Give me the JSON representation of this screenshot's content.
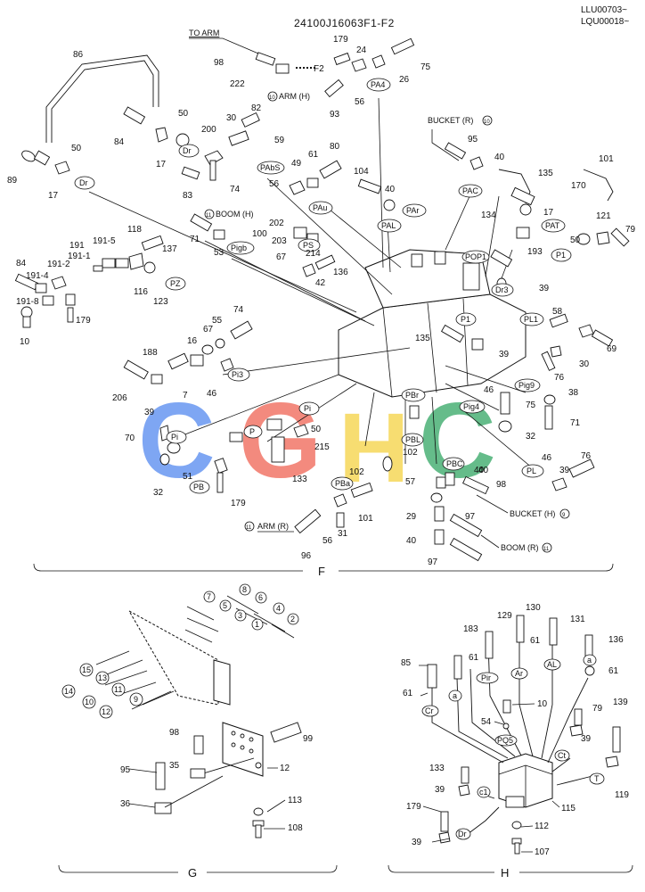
{
  "header": {
    "code": "24100J16063F1-F2",
    "serial_1": "LLU00703~",
    "serial_2": "LQU00018~"
  },
  "watermark": {
    "text": "CGHC",
    "colors": [
      "#5b8ef0",
      "#f06a5a",
      "#f5d44a",
      "#3aaa6a"
    ]
  },
  "routing_labels": {
    "to_arm": "TO ARM",
    "f2": "F2",
    "arm_h": "ARM (H)",
    "arm_h_ref": "10",
    "boom_h": "BOOM (H)",
    "boom_h_ref": "11",
    "bucket_r": "BUCKET (R)",
    "bucket_r_ref": "10",
    "bucket_h": "BUCKET (H)",
    "bucket_h_ref": "9",
    "boom_r": "BOOM (R)",
    "boom_r_ref": "11",
    "arm_r": "ARM (R)",
    "arm_r_ref": "11"
  },
  "port_labels_f": [
    "PA4",
    "PAbS",
    "PAu",
    "PAL",
    "PAr",
    "PAC",
    "PAT",
    "POP1",
    "P1",
    "Dr3",
    "PL1",
    "Pigb",
    "PS",
    "Pi3",
    "PBr",
    "Pig4",
    "PBL",
    "PBC",
    "PBa",
    "Pig9",
    "PL",
    "Dr",
    "Pi",
    "Pi",
    "P",
    "PZ",
    "P1",
    "Dr",
    "PB"
  ],
  "part_numbers_f": [
    "179",
    "24",
    "75",
    "98",
    "222",
    "26",
    "86",
    "93",
    "56",
    "50",
    "82",
    "30",
    "59",
    "84",
    "17",
    "200",
    "89",
    "50",
    "17",
    "83",
    "74",
    "61",
    "80",
    "49",
    "56",
    "104",
    "95",
    "135",
    "101",
    "40",
    "170",
    "17",
    "134",
    "121",
    "79",
    "71",
    "100",
    "202",
    "203",
    "214",
    "136",
    "42",
    "67",
    "53",
    "191",
    "191-1",
    "191-2",
    "191-5",
    "118",
    "137",
    "84",
    "191-4",
    "123",
    "116",
    "191-8",
    "179",
    "10",
    "55",
    "74",
    "67",
    "16",
    "188",
    "206",
    "7",
    "39",
    "46",
    "135",
    "39",
    "58",
    "69",
    "30",
    "76",
    "38",
    "46",
    "75",
    "71",
    "32",
    "70",
    "51",
    "32",
    "179",
    "50",
    "215",
    "133",
    "102",
    "102",
    "40",
    "57",
    "98",
    "29",
    "40",
    "97",
    "97",
    "96",
    "56",
    "31",
    "101",
    "40",
    "39",
    "46",
    "76",
    "193",
    "39",
    "50",
    "40"
  ],
  "part_numbers_g": [
    "7",
    "8",
    "5",
    "6",
    "3",
    "4",
    "1",
    "2",
    "15",
    "13",
    "14",
    "11",
    "10",
    "12",
    "9",
    "98",
    "99",
    "95",
    "35",
    "12",
    "36",
    "113",
    "108"
  ],
  "part_numbers_h": [
    "183",
    "129",
    "130",
    "131",
    "136",
    "85",
    "61",
    "61",
    "61",
    "61",
    "10",
    "54",
    "79",
    "139",
    "133",
    "39",
    "119",
    "39",
    "115",
    "179",
    "112",
    "39",
    "107"
  ],
  "port_labels_h": [
    "a",
    "Pir",
    "Ar",
    "AL",
    "a",
    "PQ5",
    "Cr",
    "Ct",
    "T",
    "Dr",
    "c1"
  ],
  "sections": {
    "f": "F",
    "g": "G",
    "h": "H"
  }
}
